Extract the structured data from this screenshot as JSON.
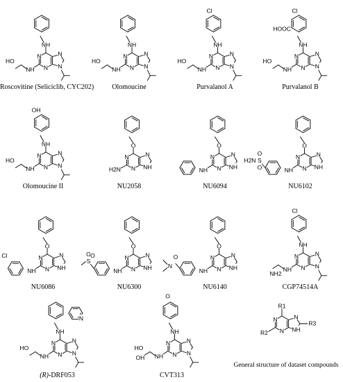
{
  "figure": {
    "compounds": [
      {
        "id": "roscovitine",
        "name": "Roscovitine (Seliciclib, CYC202)"
      },
      {
        "id": "olomoucine",
        "name": "Olomoucine"
      },
      {
        "id": "purvalanol-a",
        "name": "Purvalanol A"
      },
      {
        "id": "purvalanol-b",
        "name": "Purvalanol B"
      },
      {
        "id": "olomoucine-ii",
        "name": "Olomoucine II"
      },
      {
        "id": "nu2058",
        "name": "NU2058"
      },
      {
        "id": "nu6094",
        "name": "NU6094"
      },
      {
        "id": "nu6102",
        "name": "NU6102"
      },
      {
        "id": "nu6086",
        "name": "NU6086"
      },
      {
        "id": "nu6300",
        "name": "NU6300"
      },
      {
        "id": "nu6140",
        "name": "NU6140"
      },
      {
        "id": "cgp74514a",
        "name": "CGP74514A"
      },
      {
        "id": "r-drf053",
        "name_prefix": "(R)",
        "name_suffix": "-DRF053"
      },
      {
        "id": "cvt313",
        "name": "CVT313"
      },
      {
        "id": "general",
        "name": "General structure of dataset compounds"
      }
    ],
    "atom_labels": {
      "N": "N",
      "NH": "NH",
      "H2N": "H2N",
      "HO": "HO",
      "OH": "OH",
      "O": "O",
      "S": "S",
      "Cl": "Cl",
      "HOOC": "HOOC",
      "NH2": "NH2",
      "R1": "R1",
      "R2": "R2",
      "R3": "R3"
    }
  }
}
